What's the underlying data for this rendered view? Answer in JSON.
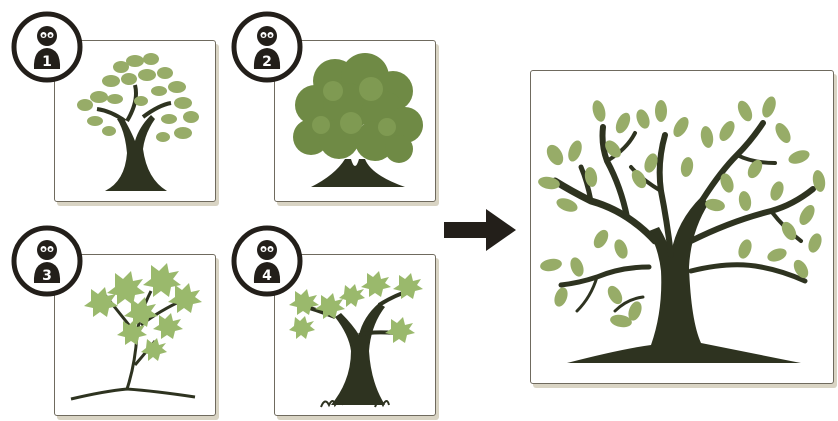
{
  "participants": [
    {
      "number": "1"
    },
    {
      "number": "2"
    },
    {
      "number": "3"
    },
    {
      "number": "4"
    }
  ],
  "colors": {
    "trunk": "#2e3320",
    "leaf_light": "#97ac68",
    "leaf_dark": "#6f8a45",
    "leaf_maple": "#9ab96c",
    "badge_ink": "#231f1a",
    "card_border": "#6f6a5e",
    "card_shadow": "#d9d4c4"
  },
  "icons": {
    "participant": "person-silhouette-icon",
    "transition": "right-arrow-icon"
  }
}
